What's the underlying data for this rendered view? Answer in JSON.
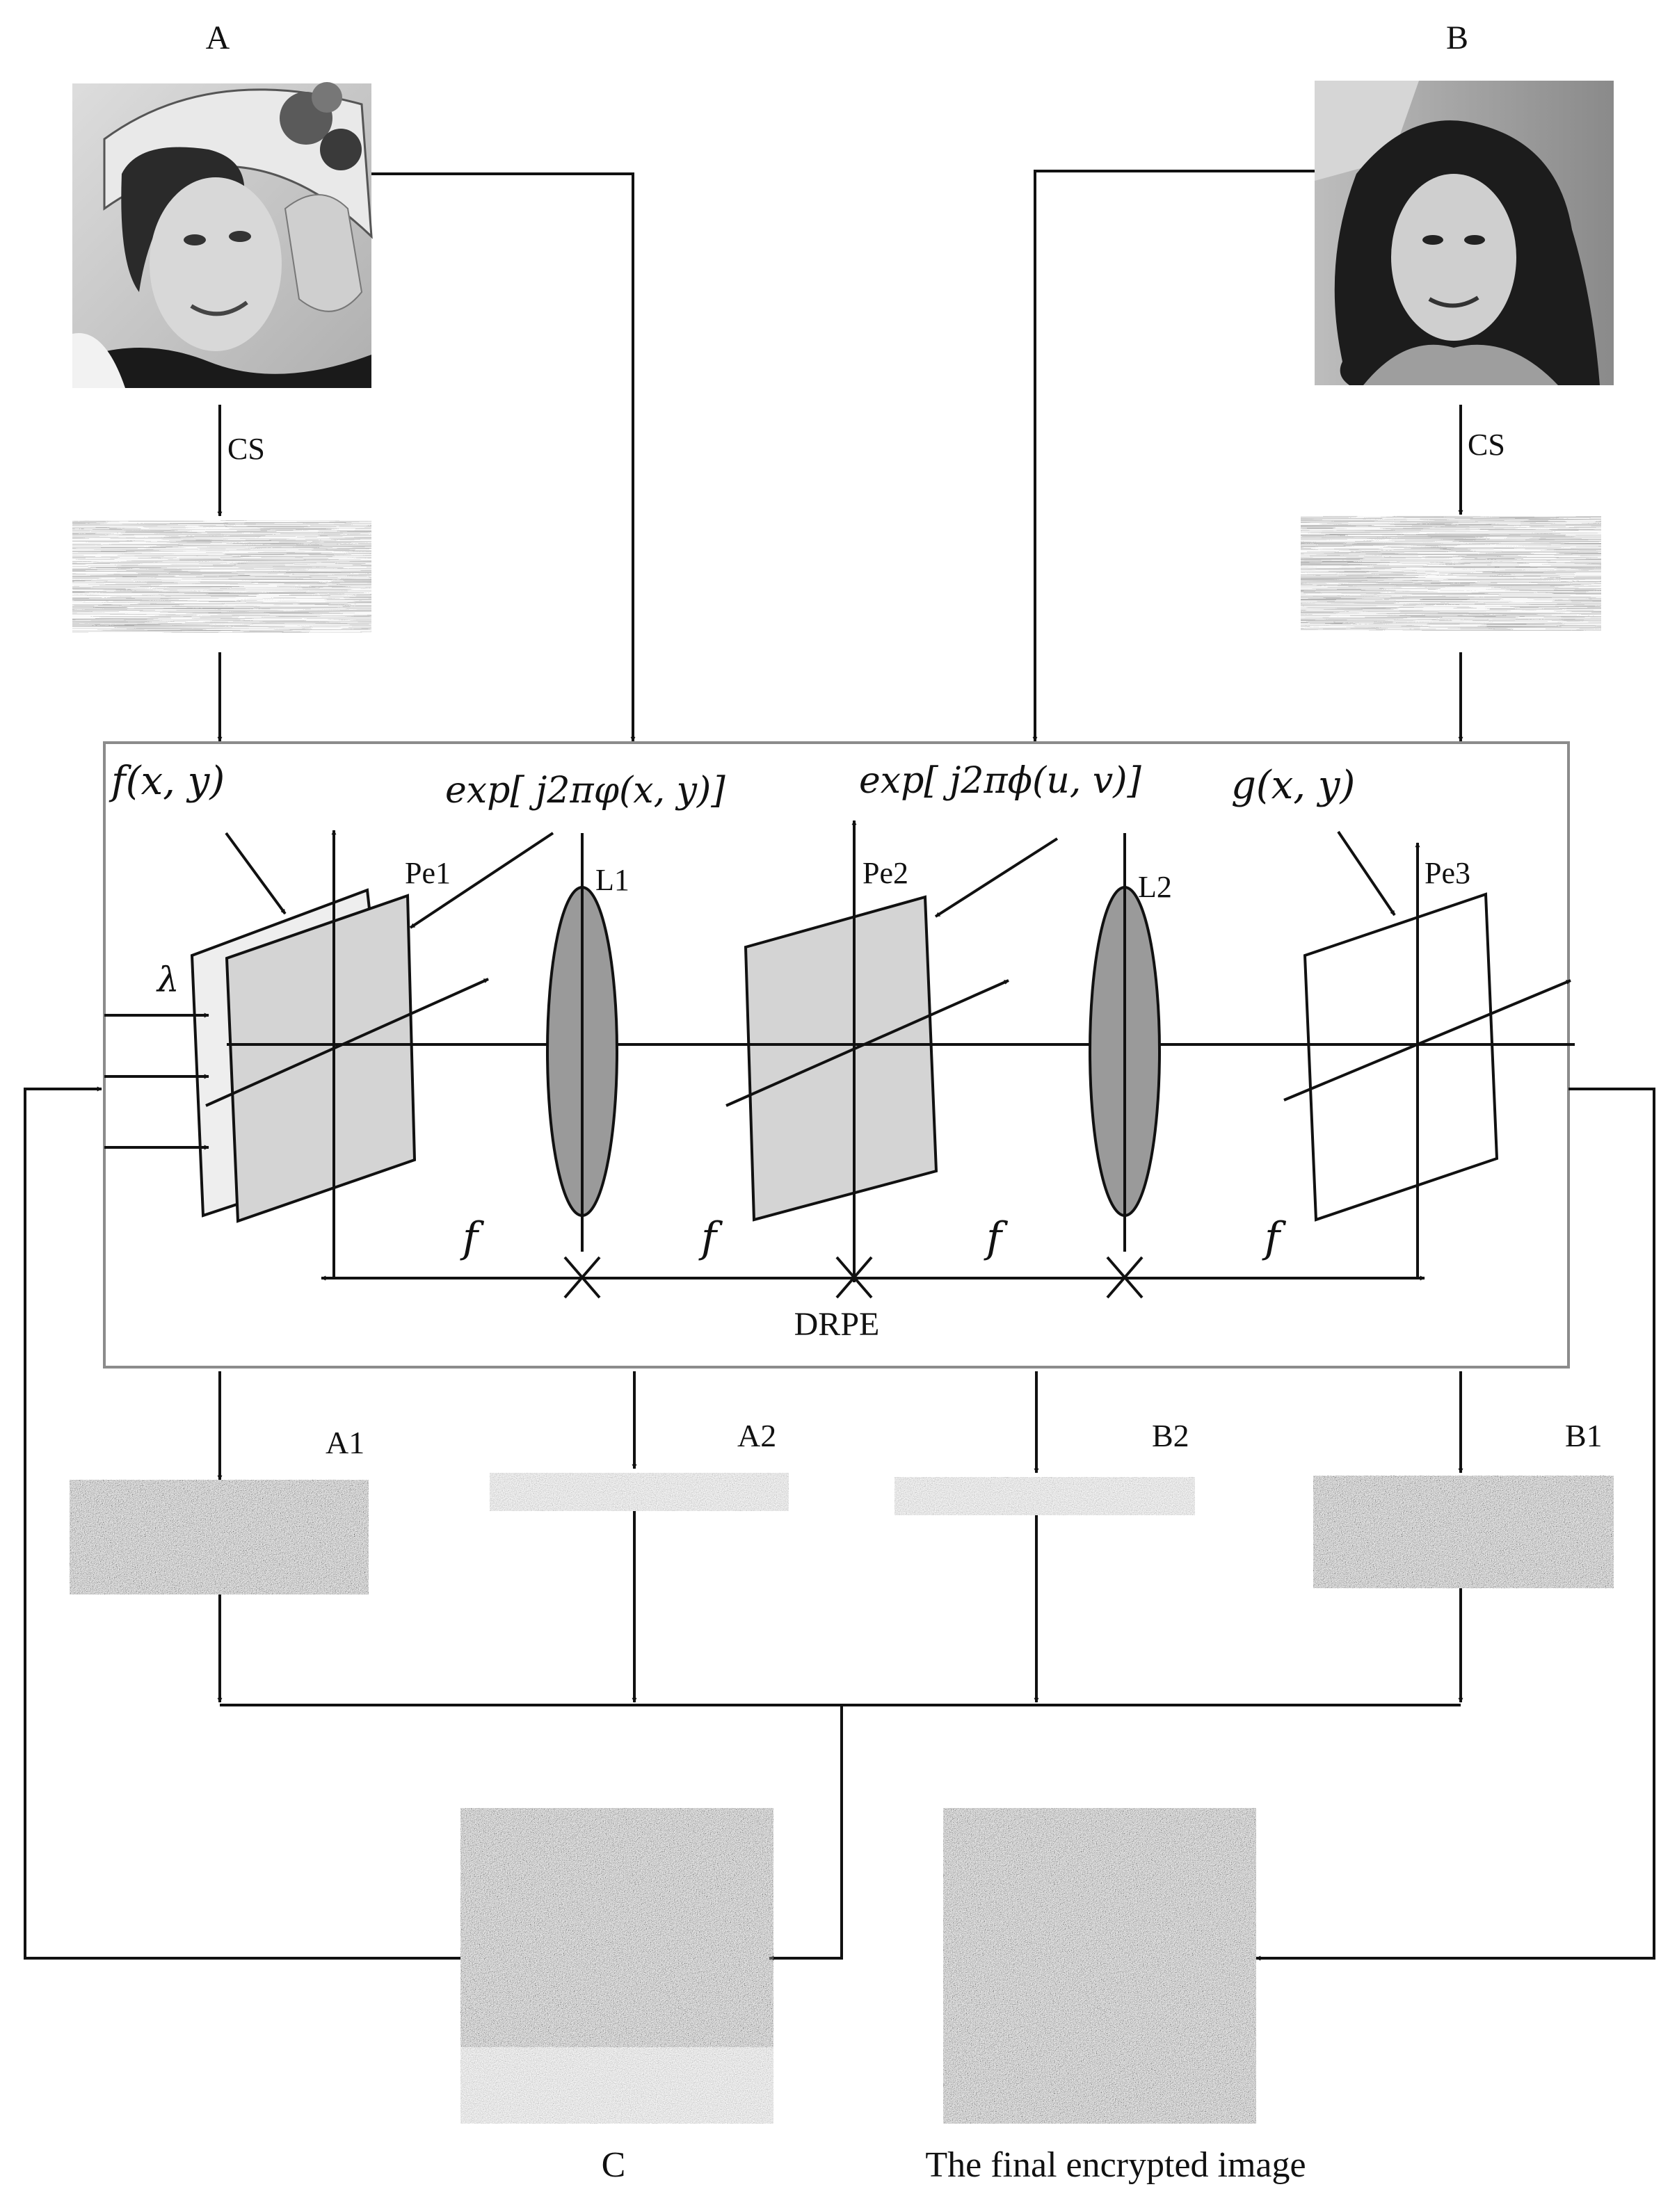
{
  "labels": {
    "image_a": "A",
    "image_b": "B",
    "cs_a": "CS",
    "cs_b": "CS",
    "input_field": "f(x, y)",
    "mask1_formula": "exp[ j2πφ(x, y)]",
    "mask2_formula": "exp[ j2πϕ(u, v)]",
    "output_field": "g(x, y)",
    "wavelength": "λ",
    "plane1": "Pe1",
    "plane2": "Pe2",
    "plane3": "Pe3",
    "lens1": "L1",
    "lens2": "L2",
    "focal": "f",
    "system": "DRPE",
    "part_a1": "A1",
    "part_a2": "A2",
    "part_b2": "B2",
    "part_b1": "B1",
    "combined": "C",
    "final": "The final encrypted image"
  },
  "images": {
    "photo_a": "grayscale portrait photo A (woman with hat)",
    "photo_b": "grayscale portrait photo B (woman with curly hair)",
    "noise": "random noise patterns"
  }
}
